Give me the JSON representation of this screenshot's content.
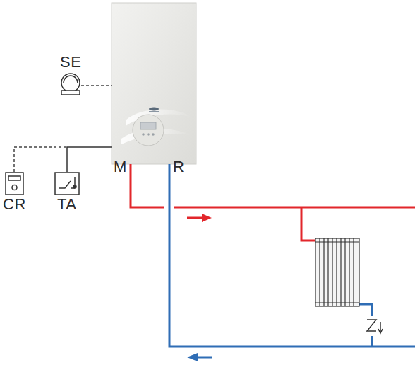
{
  "diagram": {
    "nodes": [
      {
        "text": [
          "SE"
        ]
      },
      {
        "text": [
          "CR"
        ]
      },
      {
        "text": [
          "TA"
        ]
      }
    ],
    "labels": [
      "M",
      "R"
    ]
  }
}
